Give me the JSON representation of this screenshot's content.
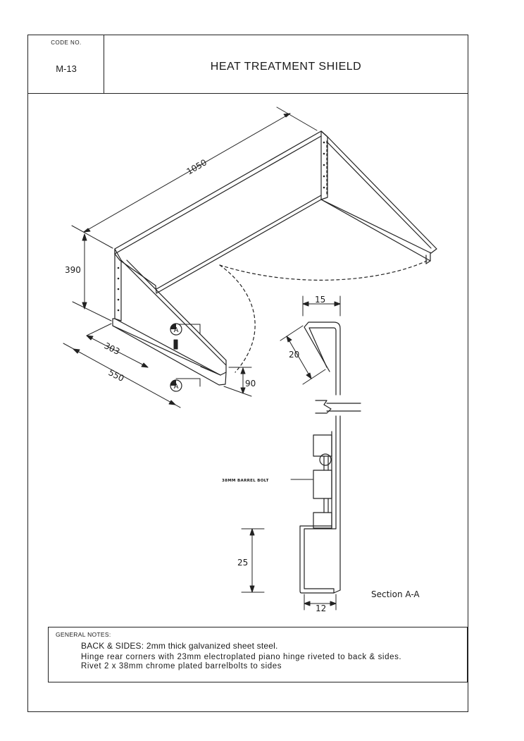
{
  "title_block": {
    "code_label": "CODE NO.",
    "code_value": "M-13",
    "title": "HEAT TREATMENT SHIELD"
  },
  "dimensions": {
    "length": "1050",
    "height": "390",
    "side_depth": "303",
    "side_length": "550",
    "flange": "90",
    "lip_width": "15",
    "lip_height": "20",
    "step": "25",
    "bottom_width": "12"
  },
  "labels": {
    "section_marker": "A",
    "barrel_bolt": "38MM BARREL BOLT",
    "section_caption": "Section A-A"
  },
  "notes": {
    "heading": "GENERAL NOTES:",
    "line1": "BACK & SIDES: 2mm  thick galvanized sheet steel.",
    "line2": "Hinge rear corners with 23mm  electroplated piano hinge riveted to back & sides.",
    "line3": "Rivet 2 x 38mm  chrome plated barrelbolts to sides"
  }
}
